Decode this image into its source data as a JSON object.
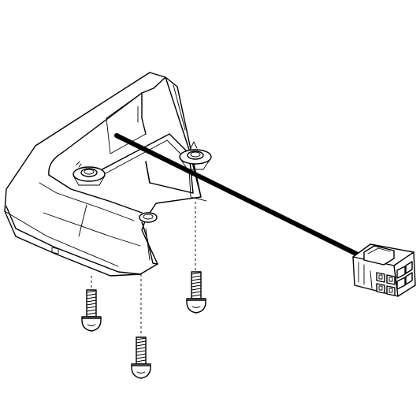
{
  "figure": {
    "type": "exploded-assembly-line-drawing",
    "parts": [
      {
        "name": "housing",
        "label": ""
      },
      {
        "name": "cable",
        "label": ""
      },
      {
        "name": "connector-6-pin",
        "label": ""
      },
      {
        "name": "screw",
        "label": "",
        "count": 3
      }
    ],
    "colors": {
      "line": "#000000",
      "background": "#ffffff"
    }
  }
}
